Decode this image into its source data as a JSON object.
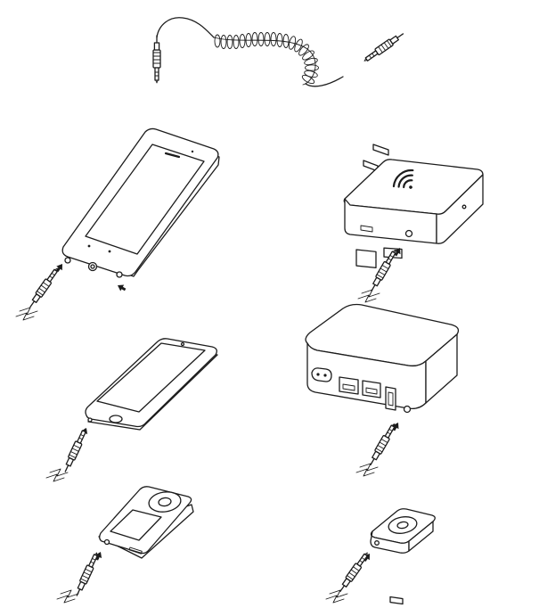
{
  "illustration": {
    "items": [
      {
        "id": "coiled-aux-cable",
        "icon": "coiled-audio-cable-icon"
      },
      {
        "id": "smartphone",
        "icon": "smartphone-icon"
      },
      {
        "id": "travel-router",
        "icon": "wifi-travel-router-icon"
      },
      {
        "id": "media-player",
        "icon": "ipod-touch-icon"
      },
      {
        "id": "airport-express",
        "icon": "base-station-icon"
      },
      {
        "id": "ipod-classic",
        "icon": "ipod-classic-icon"
      },
      {
        "id": "ipod-shuffle",
        "icon": "ipod-shuffle-icon"
      }
    ],
    "line_color": "#1c1c1c",
    "background": "#ffffff"
  }
}
